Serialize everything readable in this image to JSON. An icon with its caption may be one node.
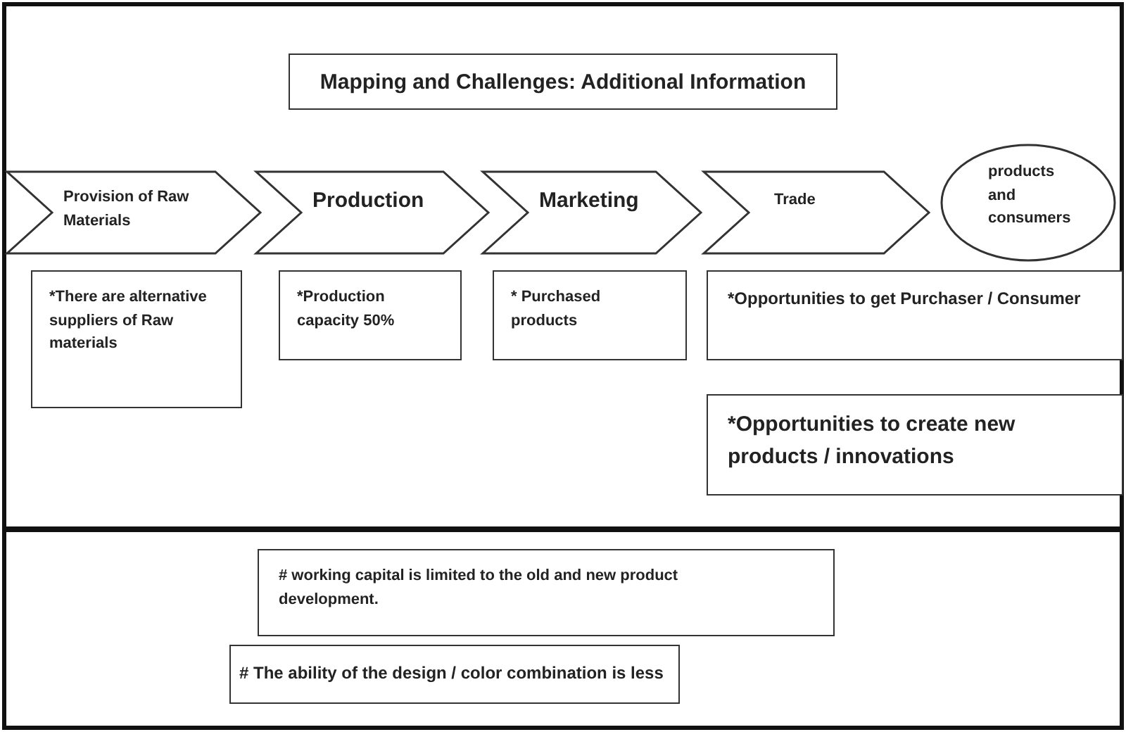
{
  "diagram": {
    "title": "Mapping and Challenges: Additional Information",
    "nodes": [
      {
        "text": [
          "Provision of Raw Materials"
        ]
      },
      {
        "text": [
          "Production"
        ]
      },
      {
        "text": [
          "Marketing"
        ]
      },
      {
        "text": [
          "Trade"
        ]
      },
      {
        "text": [
          "products and consumers"
        ]
      },
      {
        "text": [
          "*There are alternative suppliers of Raw materials"
        ]
      },
      {
        "text": [
          "*Production capacity 50%"
        ]
      },
      {
        "text": [
          "* Purchased products"
        ]
      },
      {
        "text": [
          "*Opportunities to get Purchaser / Consumer"
        ]
      },
      {
        "text": [
          "*Opportunities to create new products / innovations"
        ]
      },
      {
        "text": [
          "# working capital is limited to the old and new product development."
        ]
      },
      {
        "text": [
          "# The ability of the design / color combination is less"
        ]
      }
    ]
  }
}
